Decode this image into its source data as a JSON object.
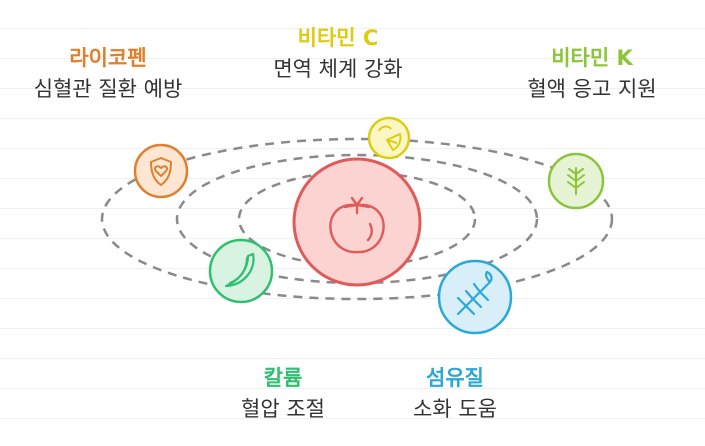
{
  "nutrients": {
    "lycopene": {
      "title": "라이코펜",
      "desc": "심혈관 질환 예방",
      "color": "#e07f2c"
    },
    "vitamin_c": {
      "title": "비타민 C",
      "desc": "면역 체계 강화",
      "color": "#dccd12"
    },
    "vitamin_k": {
      "title": "비타민 K",
      "desc": "혈액 응고 지원",
      "color": "#8cc43a"
    },
    "potassium": {
      "title": "칼륨",
      "desc": "혈압 조절",
      "color": "#2fbf70"
    },
    "fiber": {
      "title": "섬유질",
      "desc": "소화 도움",
      "color": "#2aa8d8"
    }
  },
  "center": {
    "icon": "tomato-icon",
    "color": "#e05a5a"
  },
  "icons": {
    "lycopene": "heart-shield-icon",
    "vitamin_c": "lemon-slice-icon",
    "vitamin_k": "leaf-sprig-icon",
    "potassium": "banana-icon",
    "fiber": "wheat-icon"
  }
}
